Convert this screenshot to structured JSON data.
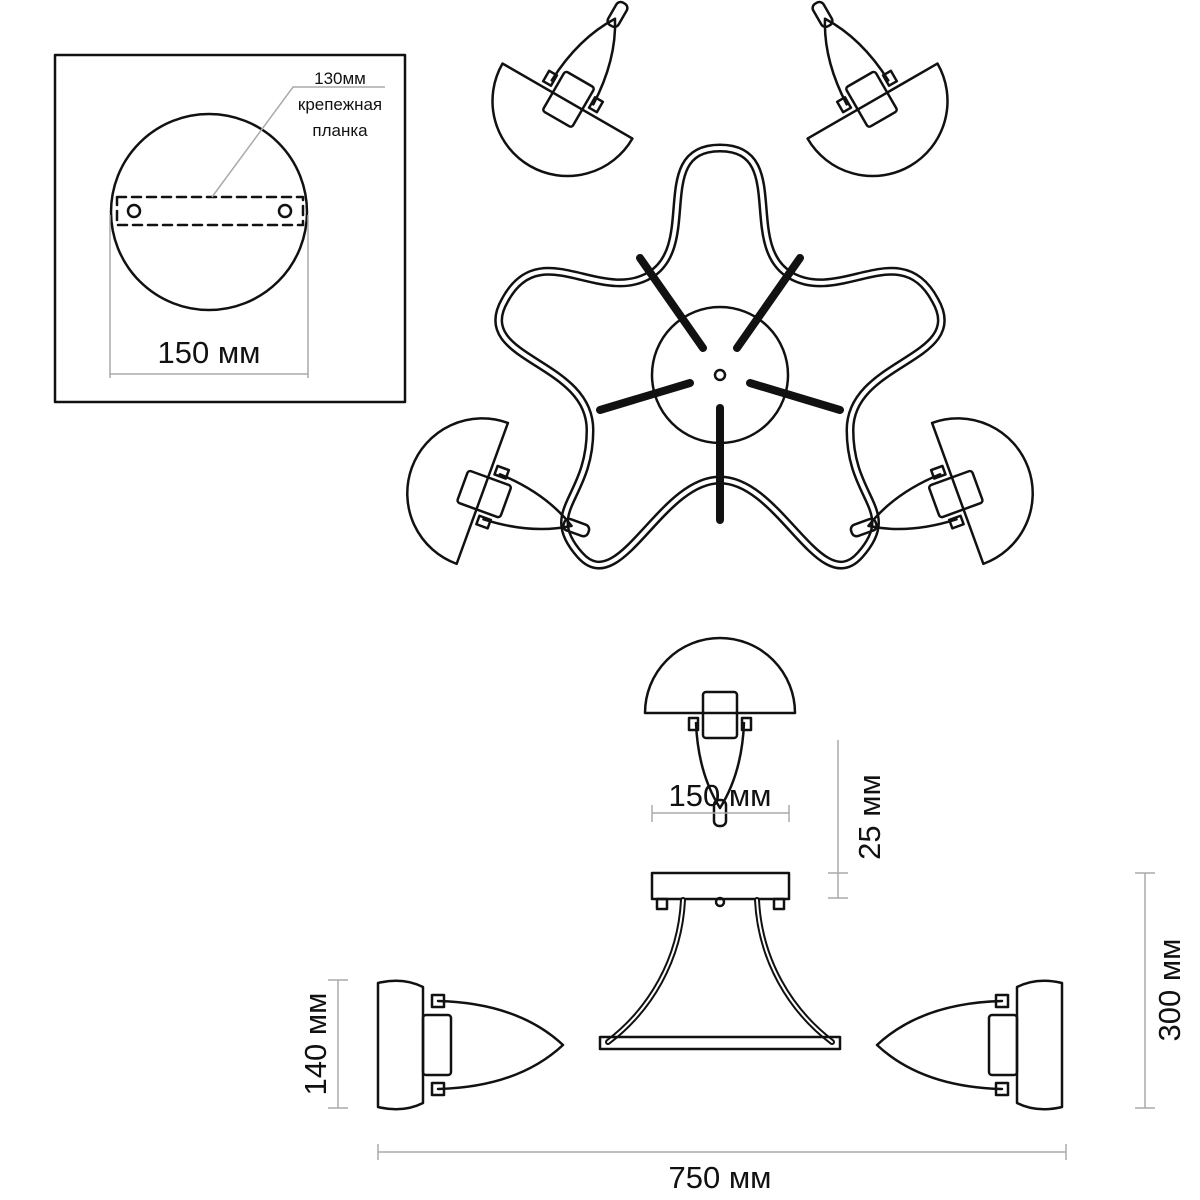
{
  "inset": {
    "callout_size": "130мм",
    "callout_line1": "крепежная",
    "callout_line2": "планка",
    "diameter": "150 мм"
  },
  "side_view": {
    "canopy_width": "150 мм",
    "canopy_height": "25 мм",
    "total_height": "300 мм",
    "shade_height": "140 мм",
    "total_width": "750 мм"
  }
}
